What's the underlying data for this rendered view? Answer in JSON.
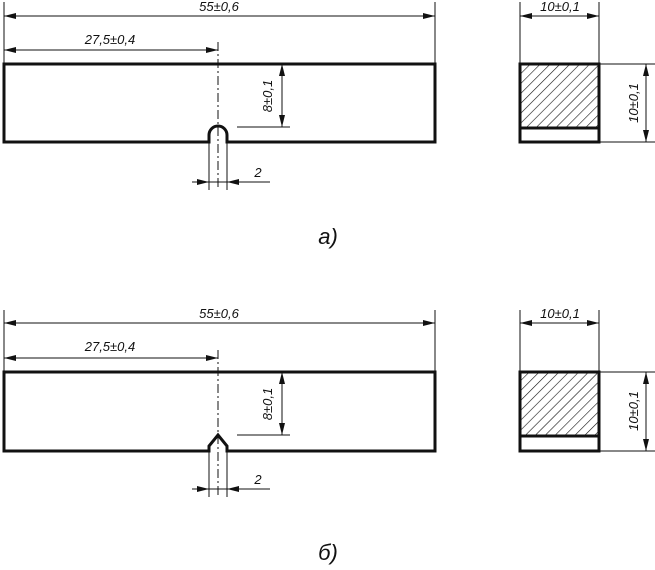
{
  "colors": {
    "line": "#111111",
    "background": "#ffffff"
  },
  "figures": [
    {
      "caption": "а)",
      "notch_shape": "u-notch",
      "dimensions": {
        "length": "55±0,6",
        "notch_position": "27,5±0,4",
        "ligament_height": "8±0,1",
        "notch_width": "2",
        "section_width": "10±0,1",
        "section_height": "10±0,1"
      }
    },
    {
      "caption": "б)",
      "notch_shape": "v-notch",
      "dimensions": {
        "length": "55±0,6",
        "notch_position": "27,5±0,4",
        "ligament_height": "8±0,1",
        "notch_width": "2",
        "section_width": "10±0,1",
        "section_height": "10±0,1"
      }
    }
  ]
}
